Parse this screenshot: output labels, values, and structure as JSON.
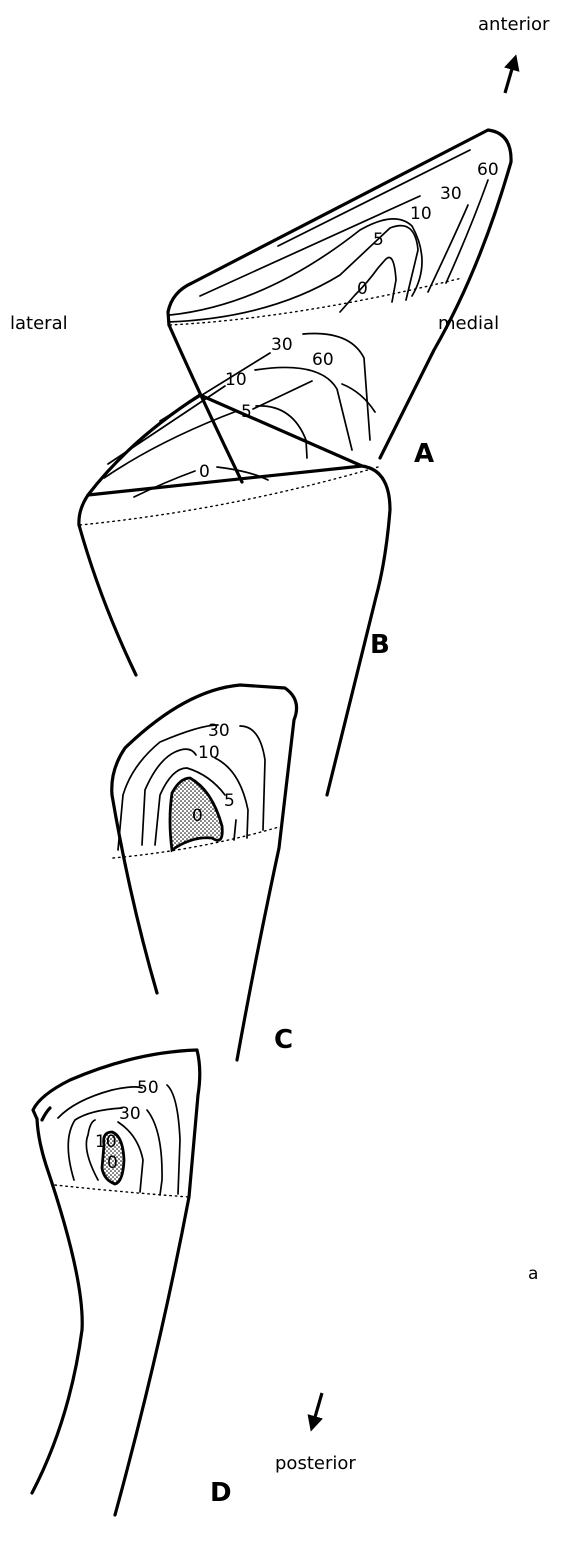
{
  "orientation": {
    "anterior": "anterior",
    "posterior": "posterior",
    "lateral": "lateral",
    "medial": "medial"
  },
  "panels": [
    {
      "label": "A",
      "contours": [
        "0",
        "5",
        "10",
        "30",
        "60"
      ]
    },
    {
      "label": "B",
      "contours": [
        "0",
        "5",
        "10",
        "30",
        "60"
      ]
    },
    {
      "label": "C",
      "contours": [
        "0",
        "5",
        "10",
        "30"
      ]
    },
    {
      "label": "D",
      "contours": [
        "0",
        "10",
        "30",
        "50"
      ]
    }
  ],
  "stray_text": "a",
  "colors": {
    "ink": "#000000",
    "paper": "#ffffff"
  }
}
